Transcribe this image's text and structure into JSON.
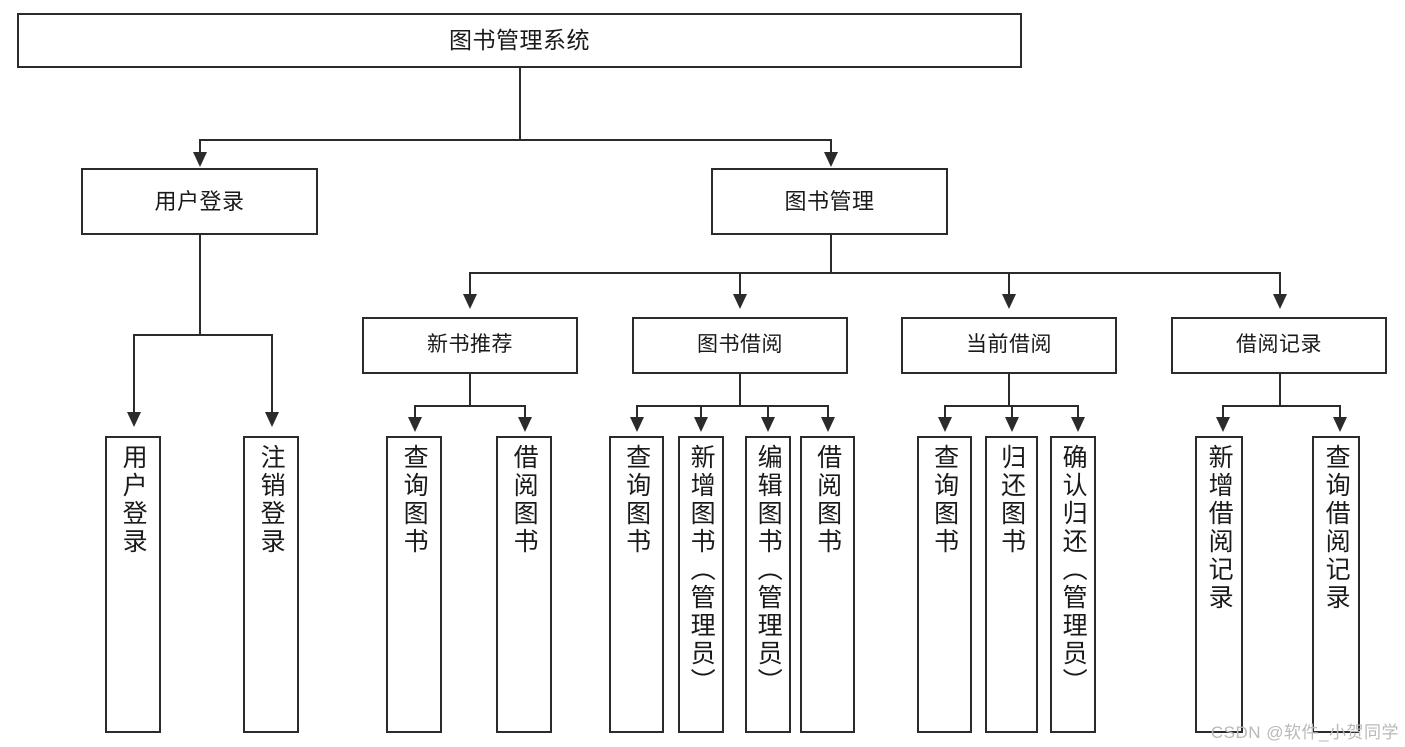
{
  "diagram": {
    "title": "图书管理系统",
    "type": "tree-hierarchy-chart",
    "root": {
      "id": "root",
      "label": "图书管理系统"
    },
    "level2": [
      {
        "id": "user-login",
        "label": "用户登录"
      },
      {
        "id": "book-manage",
        "label": "图书管理"
      }
    ],
    "level3": [
      {
        "id": "new-book-rec",
        "label": "新书推荐"
      },
      {
        "id": "book-borrow",
        "label": "图书借阅"
      },
      {
        "id": "current-borrow",
        "label": "当前借阅"
      },
      {
        "id": "borrow-record",
        "label": "借阅记录"
      }
    ],
    "leaves": [
      {
        "id": "leaf-user-login",
        "label": "用户登录"
      },
      {
        "id": "leaf-logout-login",
        "label": "注销登录"
      },
      {
        "id": "leaf-query-book-1",
        "label": "查询图书"
      },
      {
        "id": "leaf-borrow-book-1",
        "label": "借阅图书"
      },
      {
        "id": "leaf-query-book-2",
        "label": "查询图书"
      },
      {
        "id": "leaf-add-book",
        "label": "新增图书（管理员）"
      },
      {
        "id": "leaf-edit-book",
        "label": "编辑图书（管理员）"
      },
      {
        "id": "leaf-borrow-book-2",
        "label": "借阅图书"
      },
      {
        "id": "leaf-query-book-3",
        "label": "查询图书"
      },
      {
        "id": "leaf-return-book",
        "label": "归还图书"
      },
      {
        "id": "leaf-confirm-return",
        "label": "确认归还（管理员）"
      },
      {
        "id": "leaf-add-record",
        "label": "新增借阅记录"
      },
      {
        "id": "leaf-query-record",
        "label": "查询借阅记录"
      }
    ]
  },
  "watermark": {
    "text": "CSDN @软件_小贺同学"
  },
  "colors": {
    "stroke": "#2b2b2b",
    "background": "#ffffff",
    "text": "#1a1a1a",
    "watermark": "#b9b9b9"
  }
}
